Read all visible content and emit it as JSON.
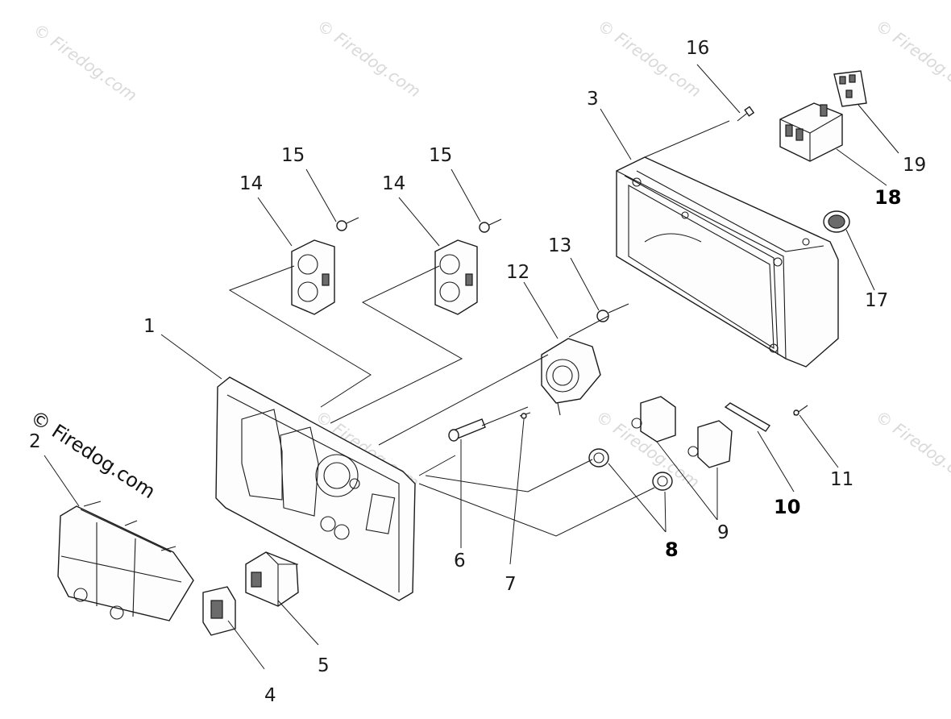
{
  "watermark": {
    "faint_text": "© Firedog.com",
    "main_text": "© Firedog.com"
  },
  "callouts": {
    "c1": "1",
    "c2": "2",
    "c3": "3",
    "c4": "4",
    "c5": "5",
    "c6": "6",
    "c7": "7",
    "c8": "8",
    "c9": "9",
    "c10": "10",
    "c11": "11",
    "c12": "12",
    "c13": "13",
    "c14a": "14",
    "c14b": "14",
    "c15a": "15",
    "c15b": "15",
    "c16": "16",
    "c17": "17",
    "c18": "18",
    "c19": "19"
  },
  "colors": {
    "line": "#1a1a1a",
    "watermark": "#d9d9d9",
    "background": "#ffffff"
  }
}
